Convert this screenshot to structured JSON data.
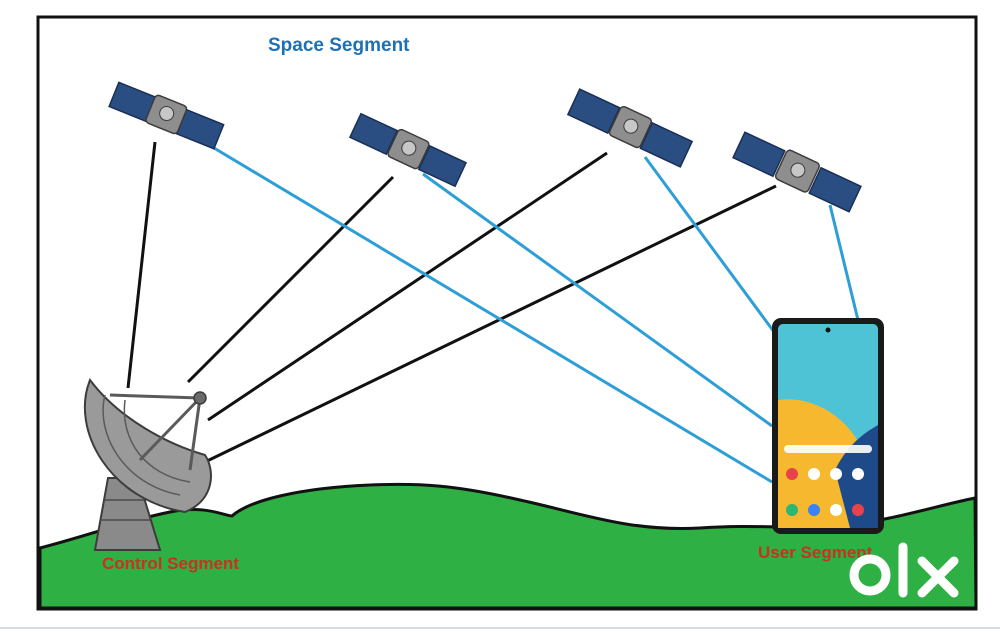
{
  "labels": {
    "space": "Space Segment",
    "control": "Control Segment",
    "user": "User Segment"
  },
  "watermark": {
    "text": "olx",
    "color": "#ffffff"
  },
  "colors": {
    "frame": "#111111",
    "ground": "#2fb044",
    "ground_outline": "#111111",
    "control_link": "#111111",
    "user_link": "#2e9fd6",
    "space_label": "#1f6fb5",
    "segment_label": "#c8321e",
    "solar_panel": "#2a4d82",
    "satellite_body": "#8e8e8e",
    "phone_frame": "#1a1a1a",
    "phone_screen": "#4fc3d6",
    "phone_accent": "#f5b82e",
    "dish": "#8a8a8a"
  }
}
